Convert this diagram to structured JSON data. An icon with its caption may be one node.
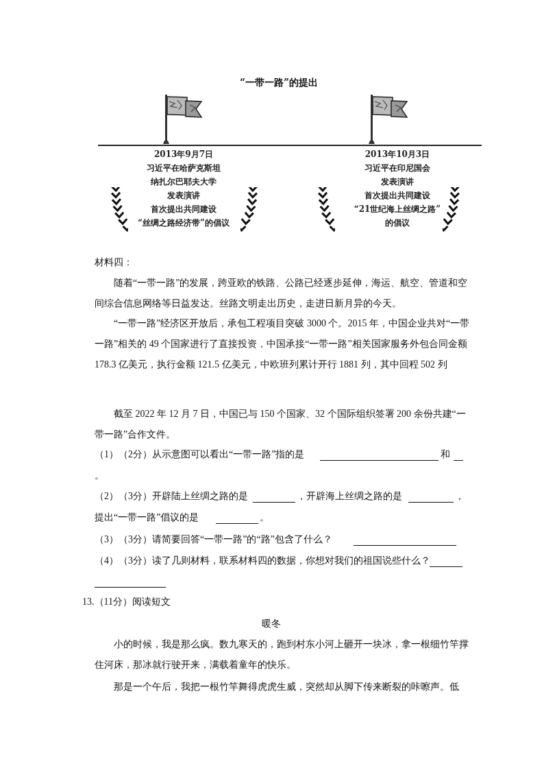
{
  "diagram": {
    "title": "“一带一路”的提出",
    "labels": [
      "2013年9月7日",
      "习近平在哈萨克斯坦纳扎尔巴耶夫大学发表演讲首次提出共同建设“丝绸之路经济带”的倡议",
      "2013年10月3日",
      "习近平在印尼国会发表演讲首次提出共同建设“21世纪海上丝绸之路”的倡议",
      "材料四：",
      "随着“一带一路”的发展，跨亚欧的铁路、公路已经逐步延伸，海运、航空、管道和空间综合信息网络等日益发达。丝路文明走出历史，走进日新月异的今天。",
      "“一带一路”经济区开放后，承包工程项目突破 3000 个。2015 年，中国企业共对“一带一路”相关的 49 个国家进行了直接投资，中国承接“一带一路”相关国家服务外包合同金额 178.3 亿美元，执行金额 121.5 亿美元，中欧班列累计开行 1881 列，其中回程 502 列",
      "截至 2022 年 12 月 7 日，中国已与 150 个国家、32 个国际组织签署 200 余份共建“一带一路”合作文件。",
      "（1）（2分）从示意图可以看出“一带一路”指的是",
      "和",
      "。",
      "（2）（3分）开辟陆上丝绸之路的是",
      "，开辟海上丝绸之路的是",
      "，",
      "提出“一带一路”倡议的是",
      "。",
      "（3）（3分）请简要回答“一带一路”的“路”包含了什么？",
      "（4）（3分）读了几则材料，联系材料四的数据，你想对我们的祖国说些什么？",
      "13.（11分）阅读短文",
      "暖冬",
      "小的时候，我是那么疯。数九寒天的，跑到村东小河上砸开一块冰，拿一根细竹竿撑住河床，那冰就行驶开来，满载着童年的快乐。",
      "那是一个午后，我把一根竹竿舞得虎虎生威，突然却从脚下传来断裂的咔嚓声。低"
    ]
  }
}
